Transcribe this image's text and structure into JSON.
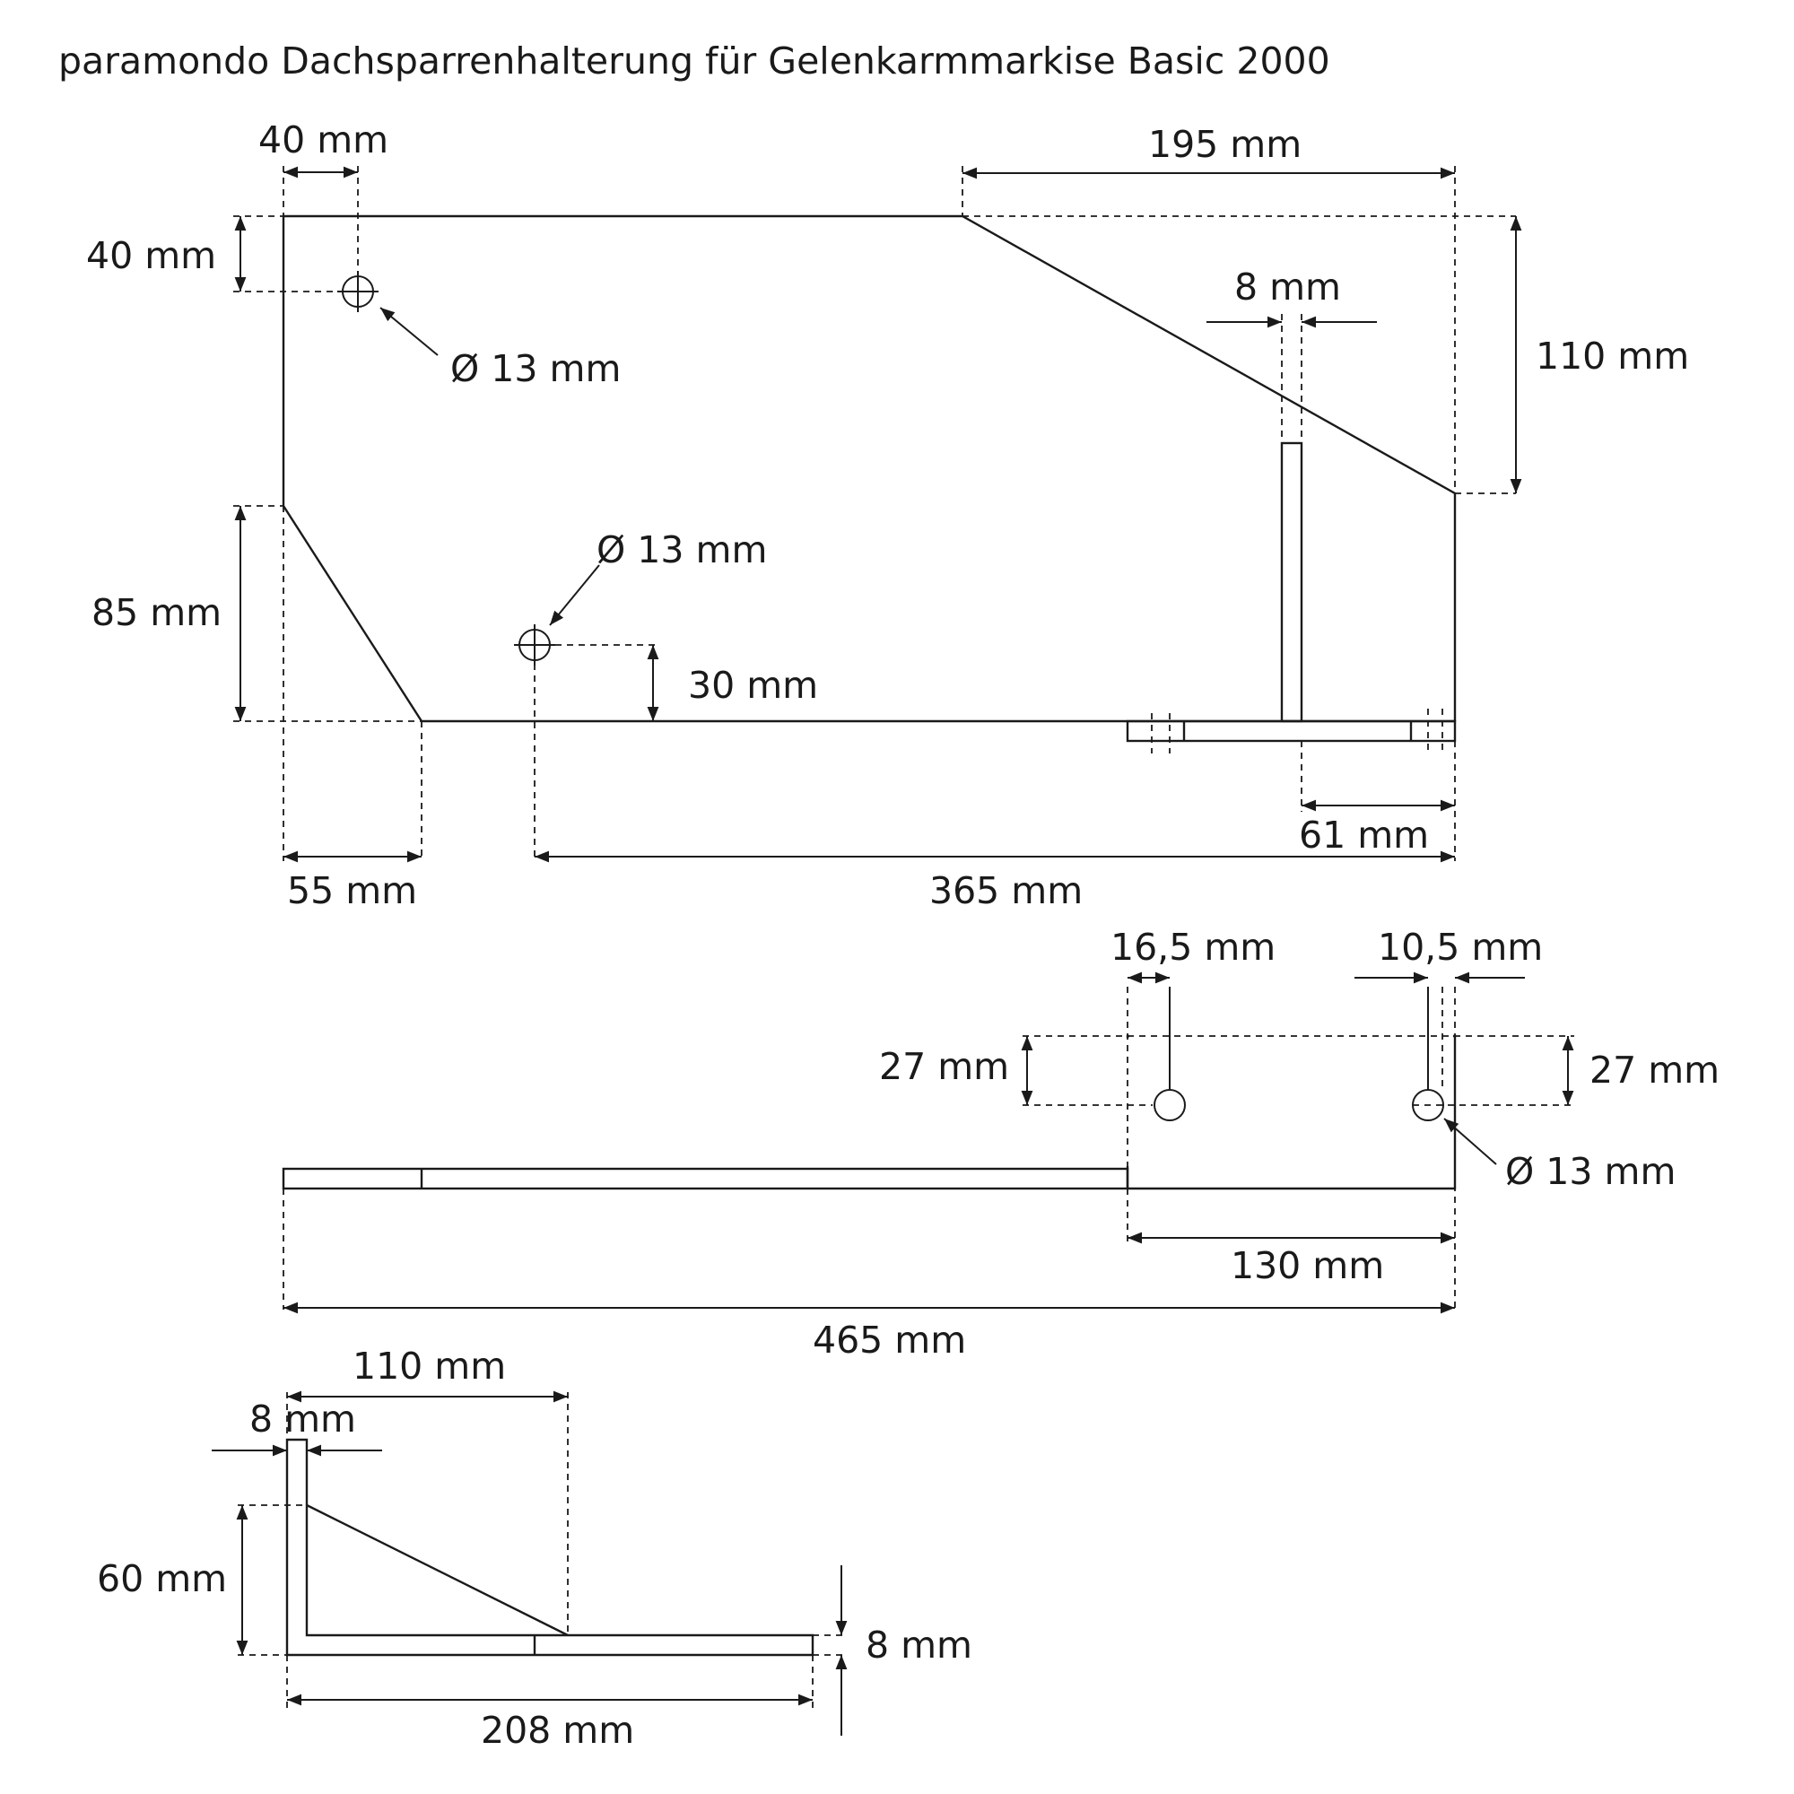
{
  "title": "paramondo Dachsparrenhalterung für Gelenkarmmarkise Basic 2000",
  "colors": {
    "ink": "#1a1a1a",
    "background": "#ffffff"
  },
  "top_view": {
    "hole_offset_x": "40 mm",
    "hole_offset_y": "40 mm",
    "hole_top_diameter": "Ø 13 mm",
    "chamfer_top_width": "195 mm",
    "slot_width": "8 mm",
    "chamfer_right_height": "110 mm",
    "chamfer_left_height": "85 mm",
    "hole_bottom_diameter": "Ø 13 mm",
    "hole_bottom_offset_y": "30 mm",
    "slot_offset": "61 mm",
    "chamfer_left_width": "55 mm",
    "hole_to_edge": "365 mm"
  },
  "side_view": {
    "hole_left_offset": "16,5 mm",
    "hole_right_offset": "10,5 mm",
    "hole_left_height": "27 mm",
    "hole_right_height": "27 mm",
    "hole_diameter": "Ø 13 mm",
    "flange_length": "130 mm",
    "total_length": "465 mm"
  },
  "end_view": {
    "gusset_width": "110 mm",
    "plate_thickness": "8 mm",
    "gusset_height": "60 mm",
    "base_thickness": "8 mm",
    "base_length": "208 mm"
  }
}
